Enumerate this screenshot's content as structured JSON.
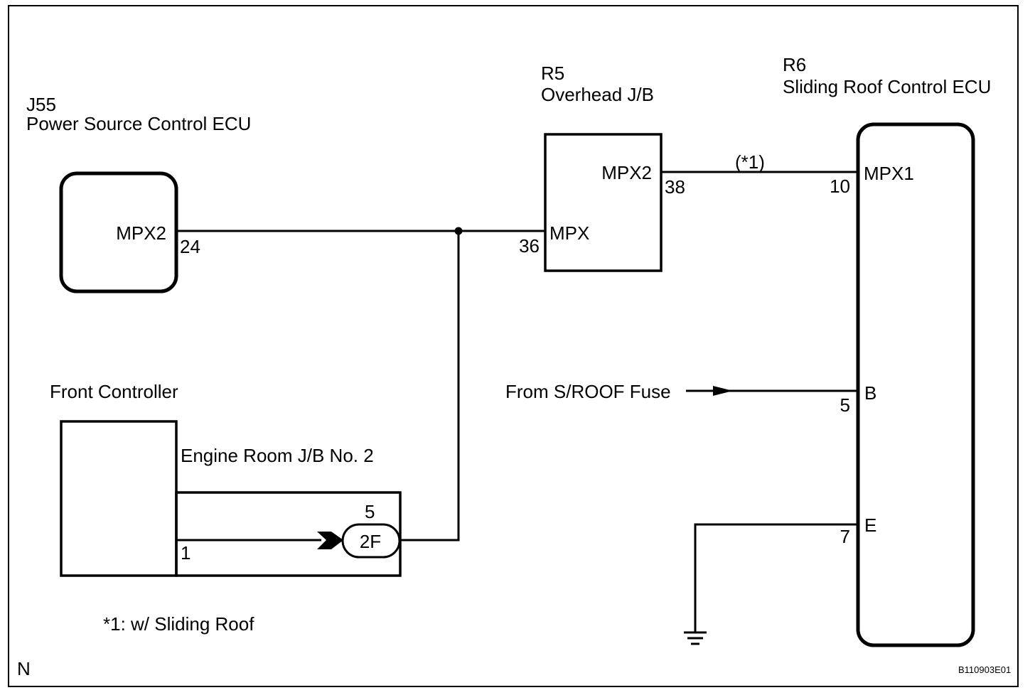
{
  "components": {
    "j55": {
      "code": "J55",
      "name": "Power Source Control ECU",
      "pin_name": "MPX2",
      "pin_number": "24"
    },
    "r5": {
      "code": "R5",
      "name": "Overhead J/B",
      "pins": [
        {
          "name": "MPX2",
          "number": "38"
        },
        {
          "name": "MPX",
          "number": "36"
        }
      ]
    },
    "r6": {
      "code": "R6",
      "name": "Sliding Roof Control ECU",
      "pins": [
        {
          "name": "MPX1",
          "number": "10"
        },
        {
          "name": "B",
          "number": "5"
        },
        {
          "name": "E",
          "number": "7"
        }
      ]
    },
    "front_controller": {
      "name": "Front Controller",
      "pin_number": "1"
    },
    "engine_room_jb": {
      "name": "Engine Room J/B No. 2",
      "connector": "2F",
      "pin_number": "5"
    }
  },
  "wires": {
    "r5_r6_note": "(*1)",
    "fuse_source": "From S/ROOF Fuse"
  },
  "footnote": "*1: w/ Sliding Roof",
  "corner_mark": "N",
  "figure_id": "B110903E01",
  "colors": {
    "ink": "#000000",
    "paper": "#ffffff"
  }
}
